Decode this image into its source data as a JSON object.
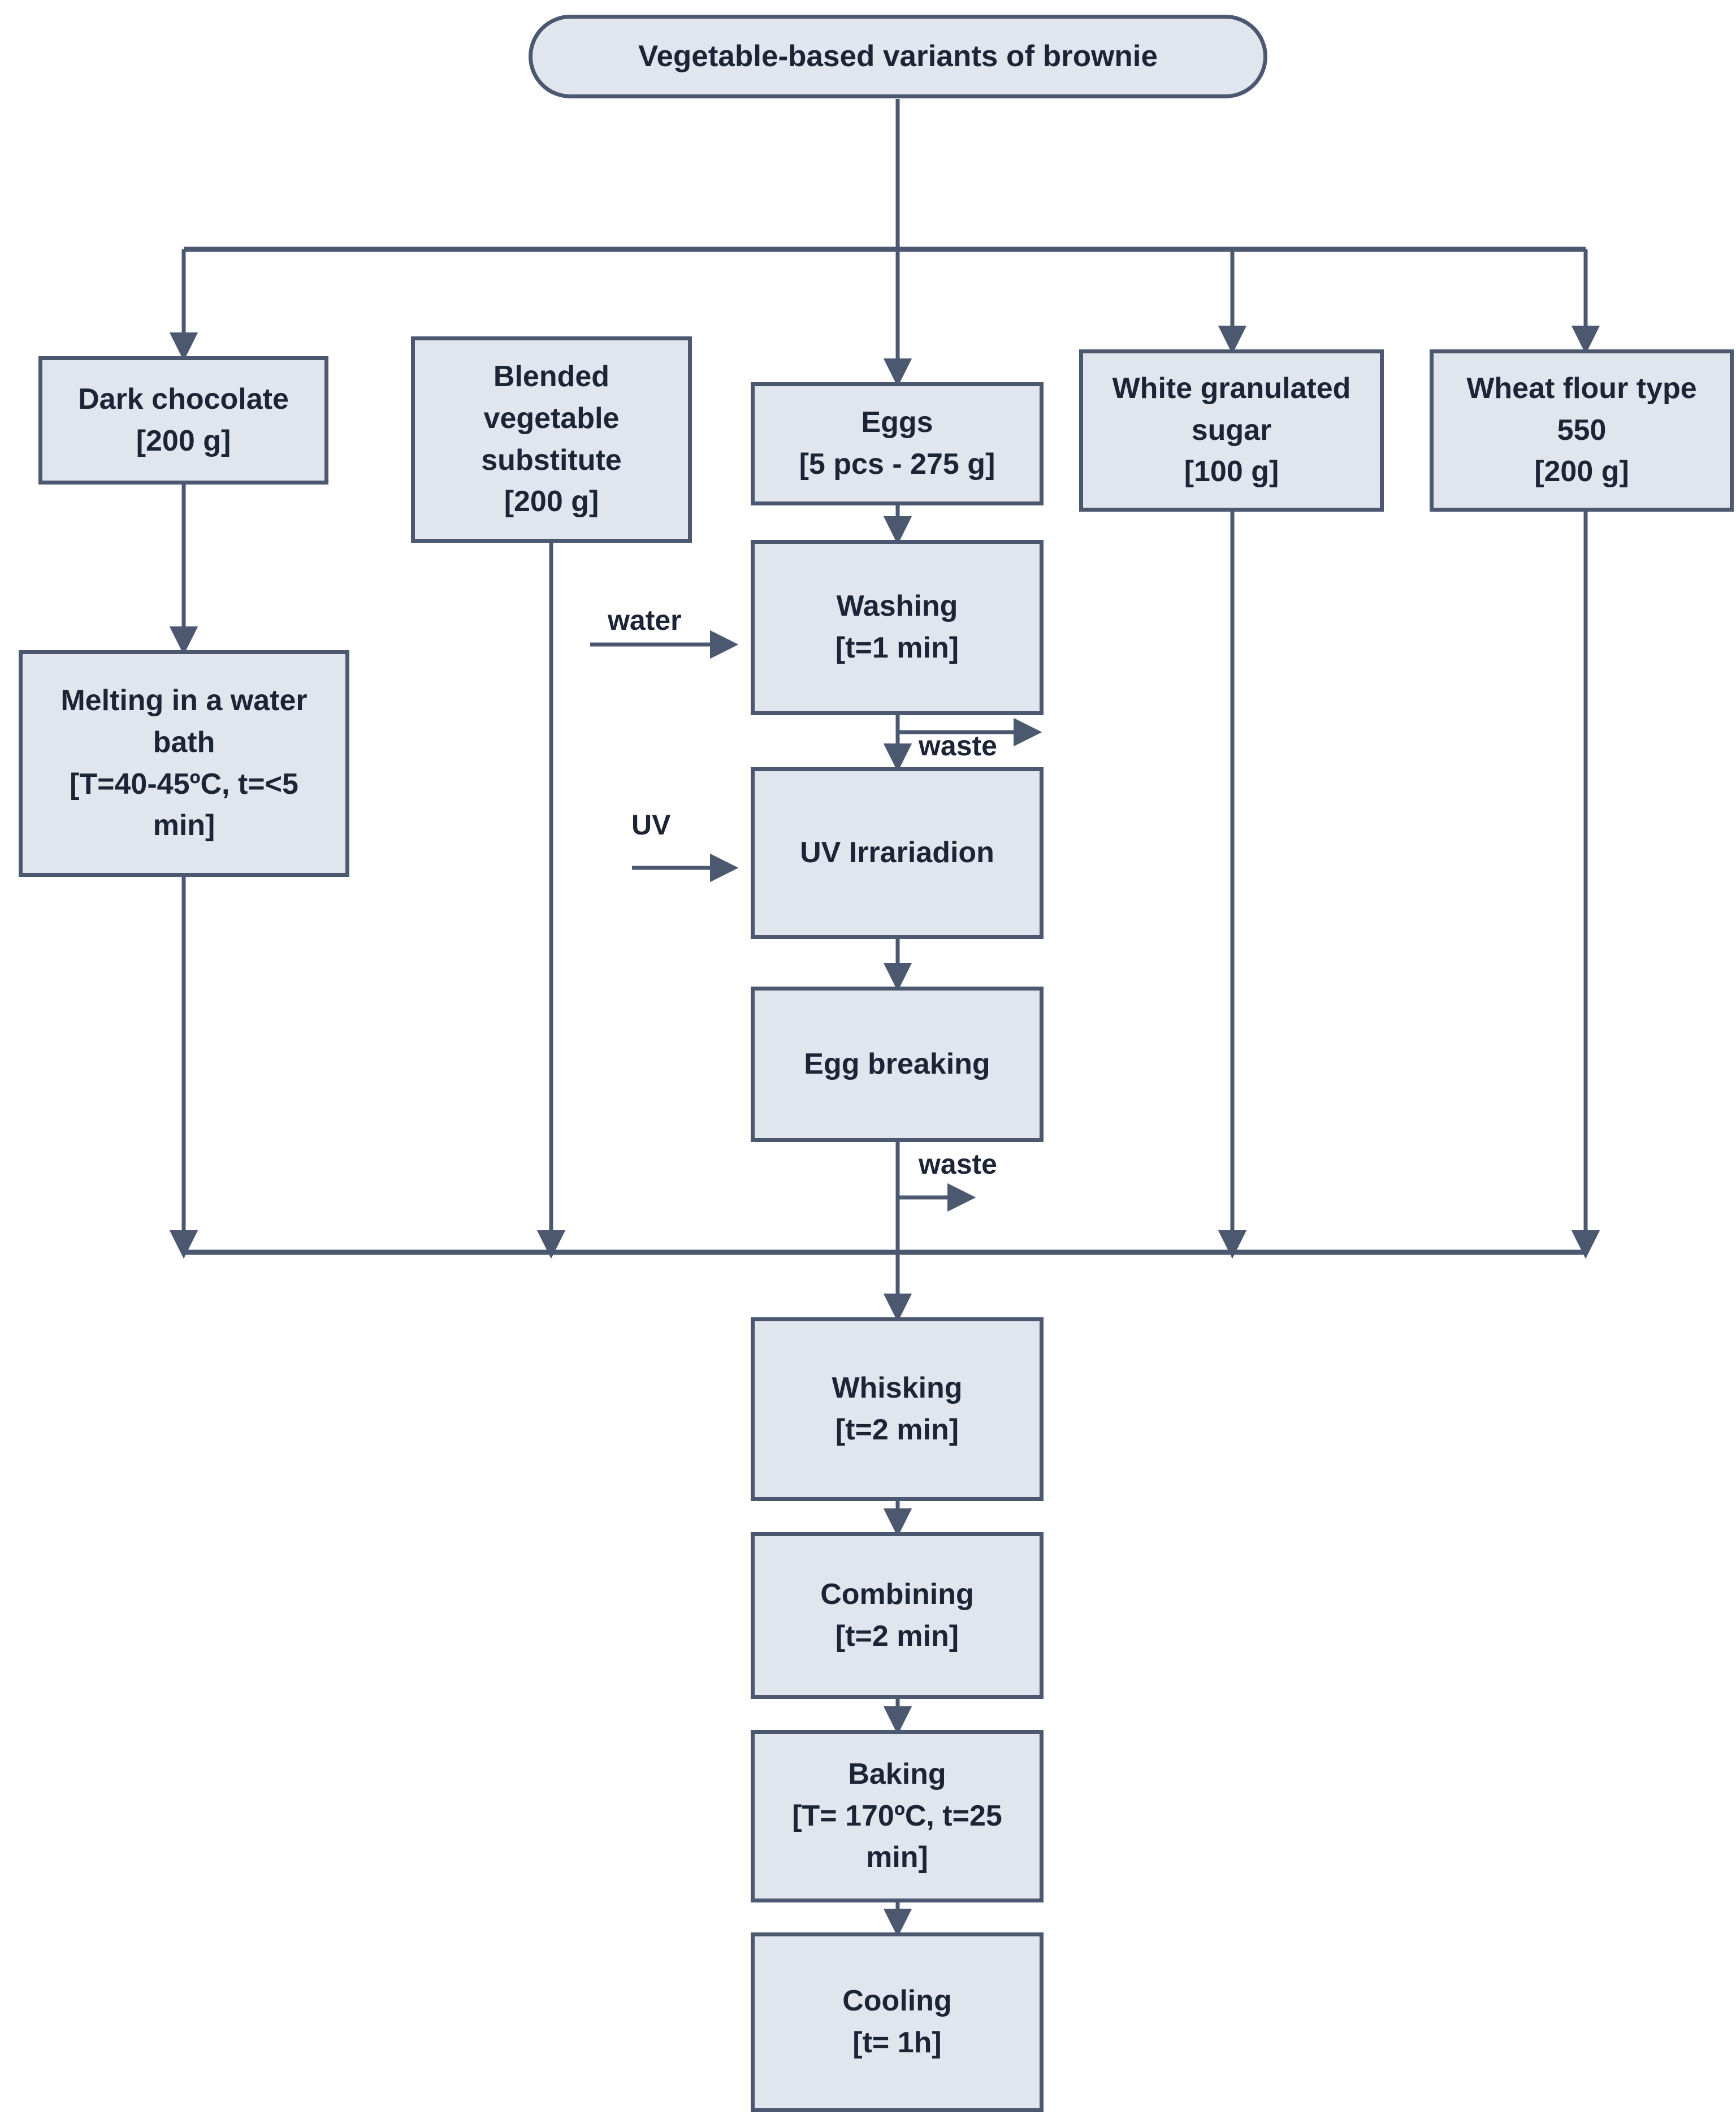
{
  "diagram": {
    "title": "Vegetable-based variants of brownie",
    "type": "process-flowchart"
  },
  "nodes": {
    "start": {
      "label": "Vegetable-based variants of brownie",
      "shape": "terminator"
    },
    "dark_chocolate": {
      "line1": "Dark chocolate",
      "line2": "[200 g]",
      "shape": "rectangle"
    },
    "blended_vegetable_substitute": {
      "line1": "Blended",
      "line2": "vegetable",
      "line3": "substitute",
      "line4": "[200 g]",
      "shape": "rectangle"
    },
    "eggs": {
      "line1": "Eggs",
      "line2": "[5 pcs - 275 g]",
      "shape": "rectangle"
    },
    "white_granulated_sugar": {
      "line1": "White granulated",
      "line2": "sugar",
      "line3": "[100 g]",
      "shape": "rectangle"
    },
    "wheat_flour": {
      "line1": "Wheat flour type",
      "line2": "550",
      "line3": "[200 g]",
      "shape": "rectangle"
    },
    "melting": {
      "line1": "Melting in a water",
      "line2": "bath",
      "line3": "[T=40-45ºC, t=<5",
      "line4": "min]",
      "shape": "rectangle"
    },
    "washing": {
      "line1": "Washing",
      "line2": "[t=1 min]",
      "shape": "rectangle"
    },
    "uv_irradiation": {
      "line1": "UV Irrariadion",
      "shape": "rectangle"
    },
    "egg_breaking": {
      "line1": "Egg breaking",
      "shape": "rectangle"
    },
    "whisking": {
      "line1": "Whisking",
      "line2": "[t=2 min]",
      "shape": "rectangle"
    },
    "combining": {
      "line1": "Combining",
      "line2": "[t=2 min]",
      "shape": "rectangle"
    },
    "baking": {
      "line1": "Baking",
      "line2": "[T= 170ºC, t=25",
      "line3": "min]",
      "shape": "rectangle"
    },
    "cooling": {
      "line1": "Cooling",
      "line2": "[t= 1h]",
      "shape": "rectangle"
    }
  },
  "edge_labels": {
    "water_in": "water",
    "washing_waste": "waste",
    "uv_in": "UV",
    "breaking_waste": "waste"
  },
  "colors": {
    "node_fill": "#e1e5ed",
    "node_border": "#4c5770",
    "edge_stroke": "#4c5770",
    "text": "#1c2436",
    "background": "#ffffff"
  }
}
